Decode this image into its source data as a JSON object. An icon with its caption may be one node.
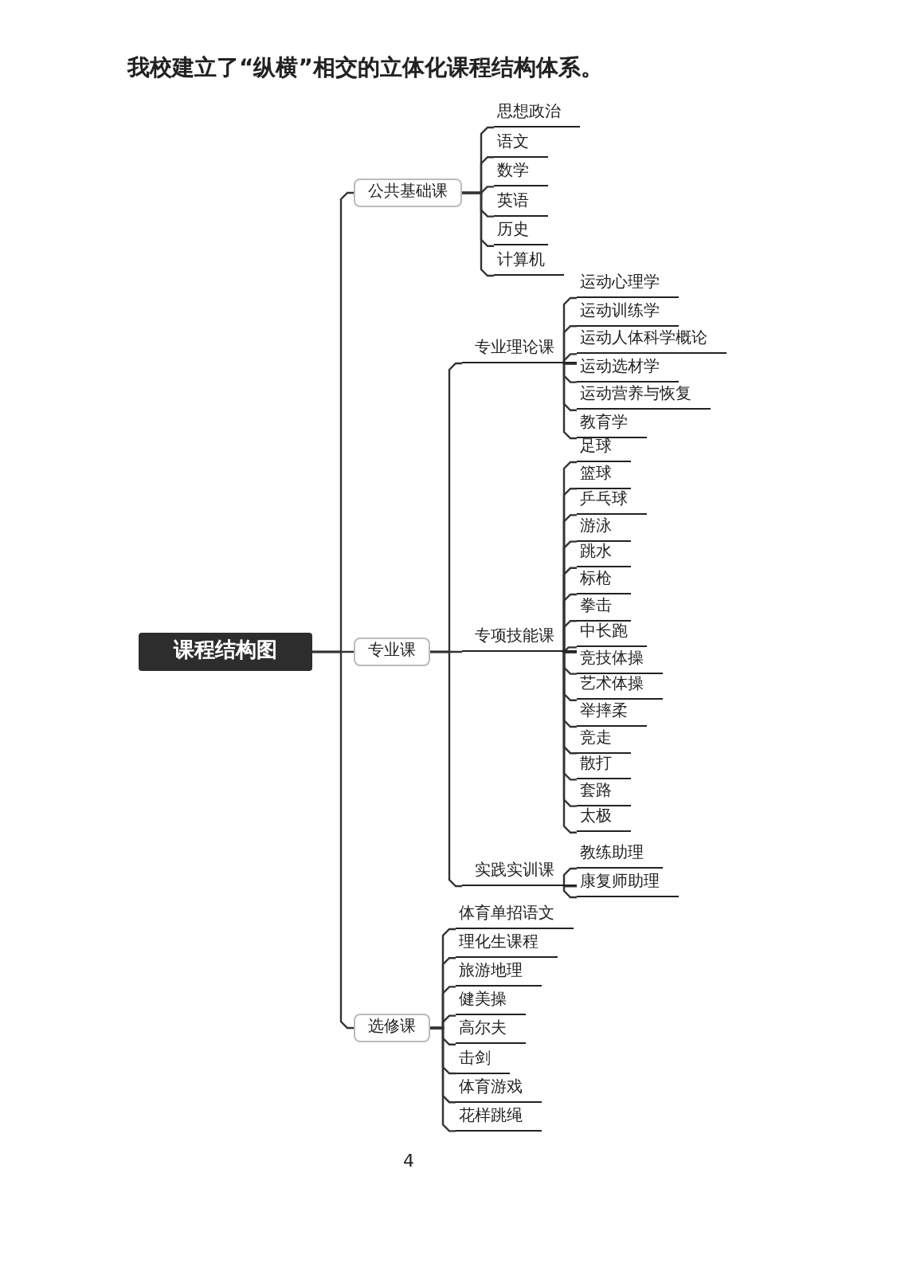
{
  "diagram": {
    "title": "我校建立了“纵横”相交的立体化课程结构体系。",
    "nodes": [
      {
        "text": [
          "课程结构图"
        ]
      },
      {
        "text": [
          "公共基础课"
        ]
      },
      {
        "text": [
          "思想政治"
        ]
      },
      {
        "text": [
          "语文"
        ]
      },
      {
        "text": [
          "数学"
        ]
      },
      {
        "text": [
          "英语"
        ]
      },
      {
        "text": [
          "历史"
        ]
      },
      {
        "text": [
          "计算机"
        ]
      },
      {
        "text": [
          "专业课"
        ]
      },
      {
        "text": [
          "专业理论课"
        ]
      },
      {
        "text": [
          "运动心理学"
        ]
      },
      {
        "text": [
          "运动训练学"
        ]
      },
      {
        "text": [
          "运动人体科学概论"
        ]
      },
      {
        "text": [
          "运动选材学"
        ]
      },
      {
        "text": [
          "运动营养与恢复"
        ]
      },
      {
        "text": [
          "教育学"
        ]
      },
      {
        "text": [
          "专项技能课"
        ]
      },
      {
        "text": [
          "足球"
        ]
      },
      {
        "text": [
          "篮球"
        ]
      },
      {
        "text": [
          "乒乓球"
        ]
      },
      {
        "text": [
          "游泳"
        ]
      },
      {
        "text": [
          "跳水"
        ]
      },
      {
        "text": [
          "标枪"
        ]
      },
      {
        "text": [
          "拳击"
        ]
      },
      {
        "text": [
          "中长跑"
        ]
      },
      {
        "text": [
          "竞技体操"
        ]
      },
      {
        "text": [
          "艺术体操"
        ]
      },
      {
        "text": [
          "举摔柔"
        ]
      },
      {
        "text": [
          "竞走"
        ]
      },
      {
        "text": [
          "散打"
        ]
      },
      {
        "text": [
          "套路"
        ]
      },
      {
        "text": [
          "太极"
        ]
      },
      {
        "text": [
          "实践实训课"
        ]
      },
      {
        "text": [
          "教练助理"
        ]
      },
      {
        "text": [
          "康复师助理"
        ]
      },
      {
        "text": [
          "选修课"
        ]
      },
      {
        "text": [
          "体育单招语文"
        ]
      },
      {
        "text": [
          "理化生课程"
        ]
      },
      {
        "text": [
          "旅游地理"
        ]
      },
      {
        "text": [
          "健美操"
        ]
      },
      {
        "text": [
          "高尔夫"
        ]
      },
      {
        "text": [
          "击剑"
        ]
      },
      {
        "text": [
          "体育游戏"
        ]
      },
      {
        "text": [
          "花样跳绳"
        ]
      }
    ],
    "edges": [
      {
        "from": 0,
        "to": 1,
        "arrow": "none"
      },
      {
        "from": 0,
        "to": 8,
        "arrow": "none"
      },
      {
        "from": 0,
        "to": 35,
        "arrow": "none"
      },
      {
        "from": 1,
        "to": 2,
        "arrow": "none"
      },
      {
        "from": 1,
        "to": 3,
        "arrow": "none"
      },
      {
        "from": 1,
        "to": 4,
        "arrow": "none"
      },
      {
        "from": 1,
        "to": 5,
        "arrow": "none"
      },
      {
        "from": 1,
        "to": 6,
        "arrow": "none"
      },
      {
        "from": 1,
        "to": 7,
        "arrow": "none"
      },
      {
        "from": 8,
        "to": 9,
        "arrow": "none"
      },
      {
        "from": 8,
        "to": 16,
        "arrow": "none"
      },
      {
        "from": 8,
        "to": 32,
        "arrow": "none"
      },
      {
        "from": 9,
        "to": 10,
        "arrow": "none"
      },
      {
        "from": 9,
        "to": 11,
        "arrow": "none"
      },
      {
        "from": 9,
        "to": 12,
        "arrow": "none"
      },
      {
        "from": 9,
        "to": 13,
        "arrow": "none"
      },
      {
        "from": 9,
        "to": 14,
        "arrow": "none"
      },
      {
        "from": 9,
        "to": 15,
        "arrow": "none"
      },
      {
        "from": 16,
        "to": 17,
        "arrow": "none"
      },
      {
        "from": 16,
        "to": 18,
        "arrow": "none"
      },
      {
        "from": 16,
        "to": 19,
        "arrow": "none"
      },
      {
        "from": 16,
        "to": 20,
        "arrow": "none"
      },
      {
        "from": 16,
        "to": 21,
        "arrow": "none"
      },
      {
        "from": 16,
        "to": 22,
        "arrow": "none"
      },
      {
        "from": 16,
        "to": 23,
        "arrow": "none"
      },
      {
        "from": 16,
        "to": 24,
        "arrow": "none"
      },
      {
        "from": 16,
        "to": 25,
        "arrow": "none"
      },
      {
        "from": 16,
        "to": 26,
        "arrow": "none"
      },
      {
        "from": 16,
        "to": 27,
        "arrow": "none"
      },
      {
        "from": 16,
        "to": 28,
        "arrow": "none"
      },
      {
        "from": 16,
        "to": 29,
        "arrow": "none"
      },
      {
        "from": 16,
        "to": 30,
        "arrow": "none"
      },
      {
        "from": 16,
        "to": 31,
        "arrow": "none"
      },
      {
        "from": 32,
        "to": 33,
        "arrow": "none"
      },
      {
        "from": 32,
        "to": 34,
        "arrow": "none"
      },
      {
        "from": 35,
        "to": 36,
        "arrow": "none"
      },
      {
        "from": 35,
        "to": 37,
        "arrow": "none"
      },
      {
        "from": 35,
        "to": 38,
        "arrow": "none"
      },
      {
        "from": 35,
        "to": 39,
        "arrow": "none"
      },
      {
        "from": 35,
        "to": 40,
        "arrow": "none"
      },
      {
        "from": 35,
        "to": 41,
        "arrow": "none"
      },
      {
        "from": 35,
        "to": 42,
        "arrow": "none"
      },
      {
        "from": 35,
        "to": 43,
        "arrow": "none"
      }
    ],
    "labels": [
      "4"
    ]
  }
}
